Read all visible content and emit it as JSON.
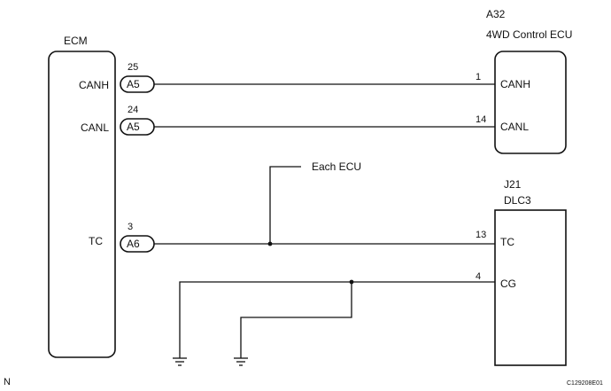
{
  "ecm": {
    "title": "ECM",
    "pins": [
      {
        "signal": "CANH",
        "pin_no": "25",
        "connector": "A5"
      },
      {
        "signal": "CANL",
        "pin_no": "24",
        "connector": "A5"
      },
      {
        "signal": "TC",
        "pin_no": "3",
        "connector": "A6"
      }
    ]
  },
  "ecu_4wd": {
    "code": "A32",
    "title": "4WD Control ECU",
    "pins": [
      {
        "signal": "CANH",
        "pin_no": "1"
      },
      {
        "signal": "CANL",
        "pin_no": "14"
      }
    ]
  },
  "dlc3": {
    "code": "J21",
    "title": "DLC3",
    "pins": [
      {
        "signal": "TC",
        "pin_no": "13"
      },
      {
        "signal": "CG",
        "pin_no": "4"
      }
    ]
  },
  "branch_label": "Each ECU",
  "corner_left": "N",
  "figure_code": "C129208E01"
}
